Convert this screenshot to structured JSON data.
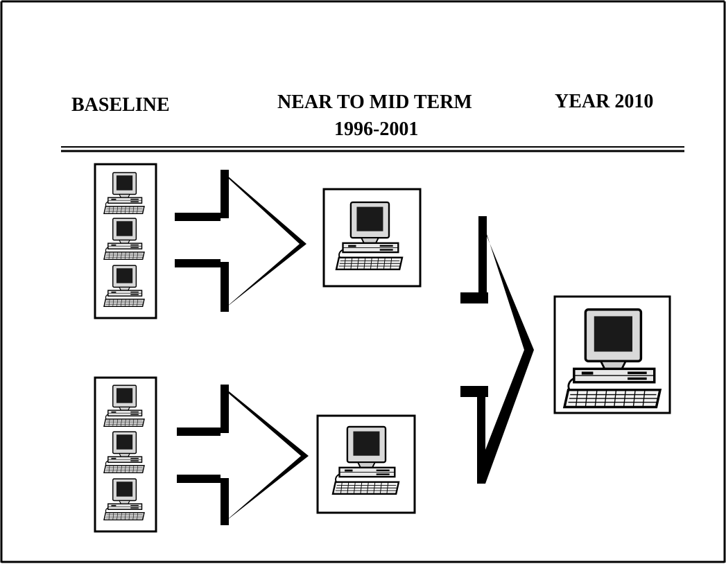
{
  "headers": {
    "baseline": "BASELINE",
    "near_mid_term": "NEAR TO MID TERM",
    "near_mid_years": "1996-2001",
    "year_2010": "YEAR 2010"
  },
  "computer_icon": "desktop-computer-icon",
  "colors": {
    "ink": "#000000",
    "background": "#ffffff",
    "screen": "#1a1a1a",
    "monitor_body": "#d9d9d9"
  }
}
